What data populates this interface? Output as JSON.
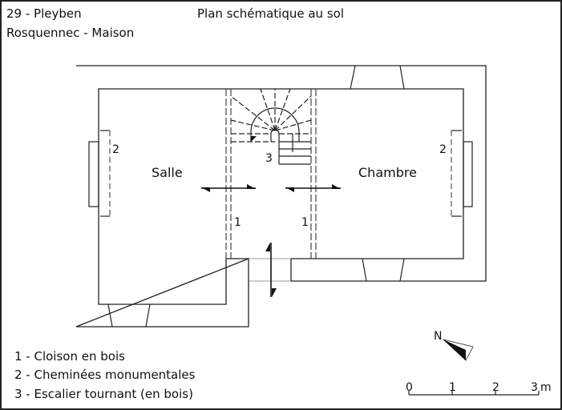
{
  "header": {
    "location_line1": "29 - Pleyben",
    "location_line2": "Rosquennec - Maison",
    "title": "Plan schématique au sol"
  },
  "rooms": {
    "left": "Salle",
    "right": "Chambre"
  },
  "markers": {
    "partition_left": "1",
    "partition_right": "1",
    "fireplace_left": "2",
    "fireplace_right": "2",
    "stair": "3"
  },
  "legend": {
    "items": [
      {
        "label": "1 - Cloison en bois"
      },
      {
        "label": "2 - Cheminées monumentales"
      },
      {
        "label": "3 - Escalier tournant (en bois)"
      }
    ]
  },
  "north_arrow": {
    "label": "N"
  },
  "scale_bar": {
    "ticks": [
      "0",
      "1",
      "2",
      "3"
    ],
    "unit": "m"
  },
  "colors": {
    "line": "#222222",
    "dashed_light": "#888888"
  }
}
